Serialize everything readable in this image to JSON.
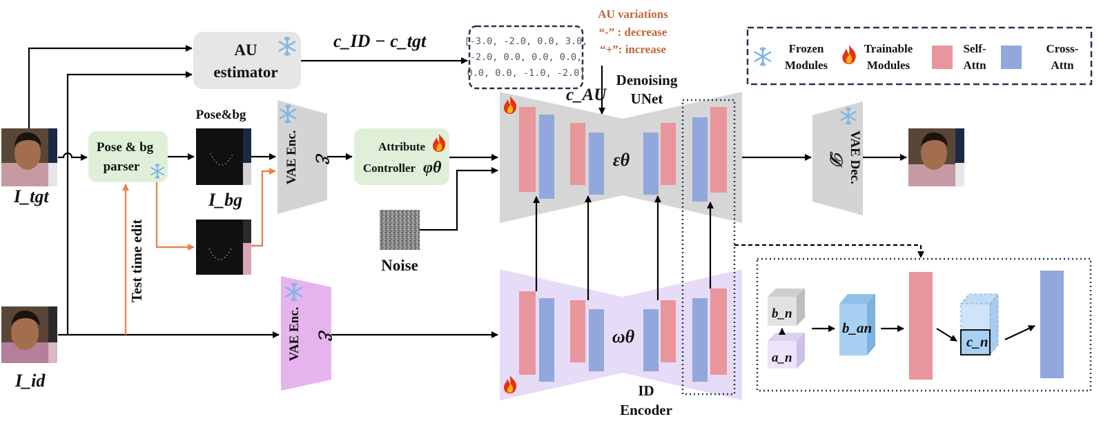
{
  "labels": {
    "au_estimator_1": "AU",
    "au_estimator_2": "estimator",
    "c_id_minus_c_tgt": "c_ID − c_tgt",
    "au_vector_1": "[-3.0, -2.0, 0.0, 3.0,",
    "au_vector_2": "-2.0, 0.0, 0.0, 0.0,",
    "au_vector_3": "0.0, 0.0, -1.0, -2.0]",
    "au_variations_title": "AU variations",
    "au_decrease": "“-” : decrease",
    "au_increase": "“+”: increase",
    "c_au": "c_AU",
    "denoising_unet_1": "Denoising",
    "denoising_unet_2": "UNet",
    "legend_frozen_1": "Frozen",
    "legend_frozen_2": "Modules",
    "legend_trainable_1": "Trainable",
    "legend_trainable_2": "Modules",
    "legend_self_1": "Self-",
    "legend_self_2": "Attn",
    "legend_cross_1": "Cross-",
    "legend_cross_2": "Attn",
    "pose_bg_label": "Pose&bg",
    "pose_bg_parser_1": "Pose & bg",
    "pose_bg_parser_2": "parser",
    "i_tgt": "I_tgt",
    "i_bg": "I_bg",
    "i_id": "I_id",
    "vae_enc_top": "VAE Enc.",
    "vae_enc_bottom": "VAE Enc.",
    "script_e": "ℰ",
    "attr_controller_1": "Attribute",
    "attr_controller_2": "Controller",
    "phi_theta": "φθ",
    "epsilon_theta": "εθ",
    "omega_theta": "ωθ",
    "noise": "Noise",
    "test_time_edit": "Test time edit",
    "vae_dec": "VAE Dec.",
    "script_d": "𝒟",
    "id_encoder_1": "ID",
    "id_encoder_2": "Encoder",
    "b_n": "b_n",
    "a_n": "a_n",
    "b_an": "b_an",
    "c_n": "c_n"
  },
  "colors": {
    "self_attn": "#e8969c",
    "cross_attn": "#92a7dc",
    "unet_bg": "#d6d6d6",
    "id_encoder_bg": "#e6dcf8",
    "module_green": "#e0f0d8",
    "au_box": "#e6e6e6",
    "vae_enc_purple": "#e6b3ee",
    "orange_path": "#e8844a",
    "au_variations_text": "#c0643a"
  },
  "icons": [
    "snowflake-icon",
    "flame-icon"
  ]
}
